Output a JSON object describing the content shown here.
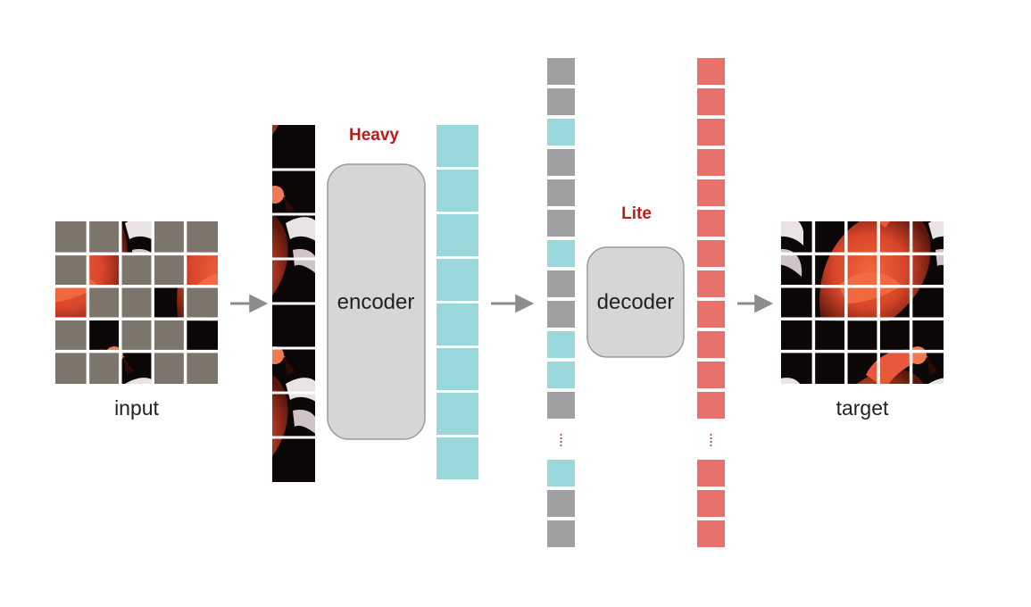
{
  "labels": {
    "input": "input",
    "target": "target",
    "encoder": "encoder",
    "decoder": "decoder",
    "heavy": "Heavy",
    "lite": "Lite"
  },
  "colors": {
    "mask_gray": "#7b756c",
    "token_gray": "#a0a0a3",
    "token_cyan": "#9ad8dc",
    "token_red": "#e8716b",
    "block_fill": "#d6d6d6",
    "block_stroke": "#9a9a9a",
    "accent_red": "#b81c1c",
    "arrow": "#8c8c8c",
    "grid_line": "#ffffff"
  },
  "input_grid_mask": [
    [
      1,
      1,
      0,
      1,
      1
    ],
    [
      1,
      0,
      1,
      1,
      0
    ],
    [
      0,
      1,
      1,
      0,
      1
    ],
    [
      1,
      0,
      1,
      1,
      0
    ],
    [
      1,
      1,
      0,
      1,
      1
    ]
  ],
  "visible_patch_count": 8,
  "decoder_input_sequence_top": [
    "gray",
    "gray",
    "cyan",
    "gray",
    "gray",
    "gray",
    "cyan",
    "gray",
    "gray",
    "cyan",
    "cyan",
    "gray"
  ],
  "decoder_input_sequence_bottom": [
    "cyan",
    "gray",
    "gray"
  ],
  "decoder_output_top_count": 12,
  "decoder_output_bottom_count": 3
}
